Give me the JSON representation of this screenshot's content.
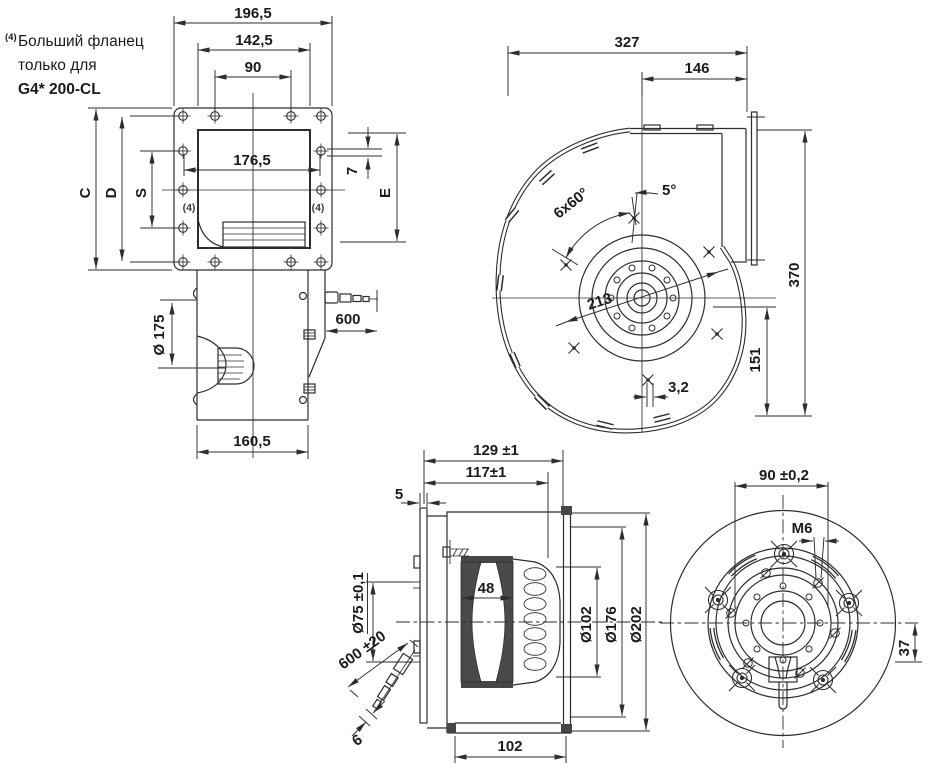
{
  "note": {
    "marker": "(4)",
    "line1": "Больший фланец",
    "line2": "только для",
    "line3": "G4* 200-CL"
  },
  "front_view": {
    "hole_note": "(4)",
    "dims": {
      "overall_width": "196,5",
      "flange_hole_spacing": "142,5",
      "inner_hole_spacing": "90",
      "inlet_opening": "176,5",
      "hole_offset": "7",
      "height_c": "C",
      "height_d": "D",
      "hole_span_s": "S",
      "outlet_height_e": "E",
      "inlet_diameter": "Ø 175",
      "cable_length": "600",
      "housing_depth": "160,5"
    }
  },
  "scroll_view": {
    "dims": {
      "overall_width": "327",
      "outlet_flange_width": "146",
      "tilt_angle": "5°",
      "bolt_pattern": "6x60°",
      "impeller_diameter": "213",
      "outlet_offset": "151",
      "overall_height": "370",
      "cutoff_gap": "3,2"
    }
  },
  "side_view": {
    "dims": {
      "total_depth": "129 ±1",
      "motor_depth": "117±1",
      "flange_thickness": "5",
      "stator_width": "48",
      "spigot_diameter": "Ø75 ±0,1",
      "cable_length": "600 ±20",
      "cable_diameter": "6",
      "rotor_diameter": "Ø102",
      "hub_diameter": "Ø176",
      "impeller_diameter": "Ø202",
      "housing_width": "102"
    }
  },
  "rear_view": {
    "dims": {
      "mounting_hole_spacing": "90 ±0,2",
      "thread_size": "M6",
      "cable_offset": "37"
    }
  }
}
